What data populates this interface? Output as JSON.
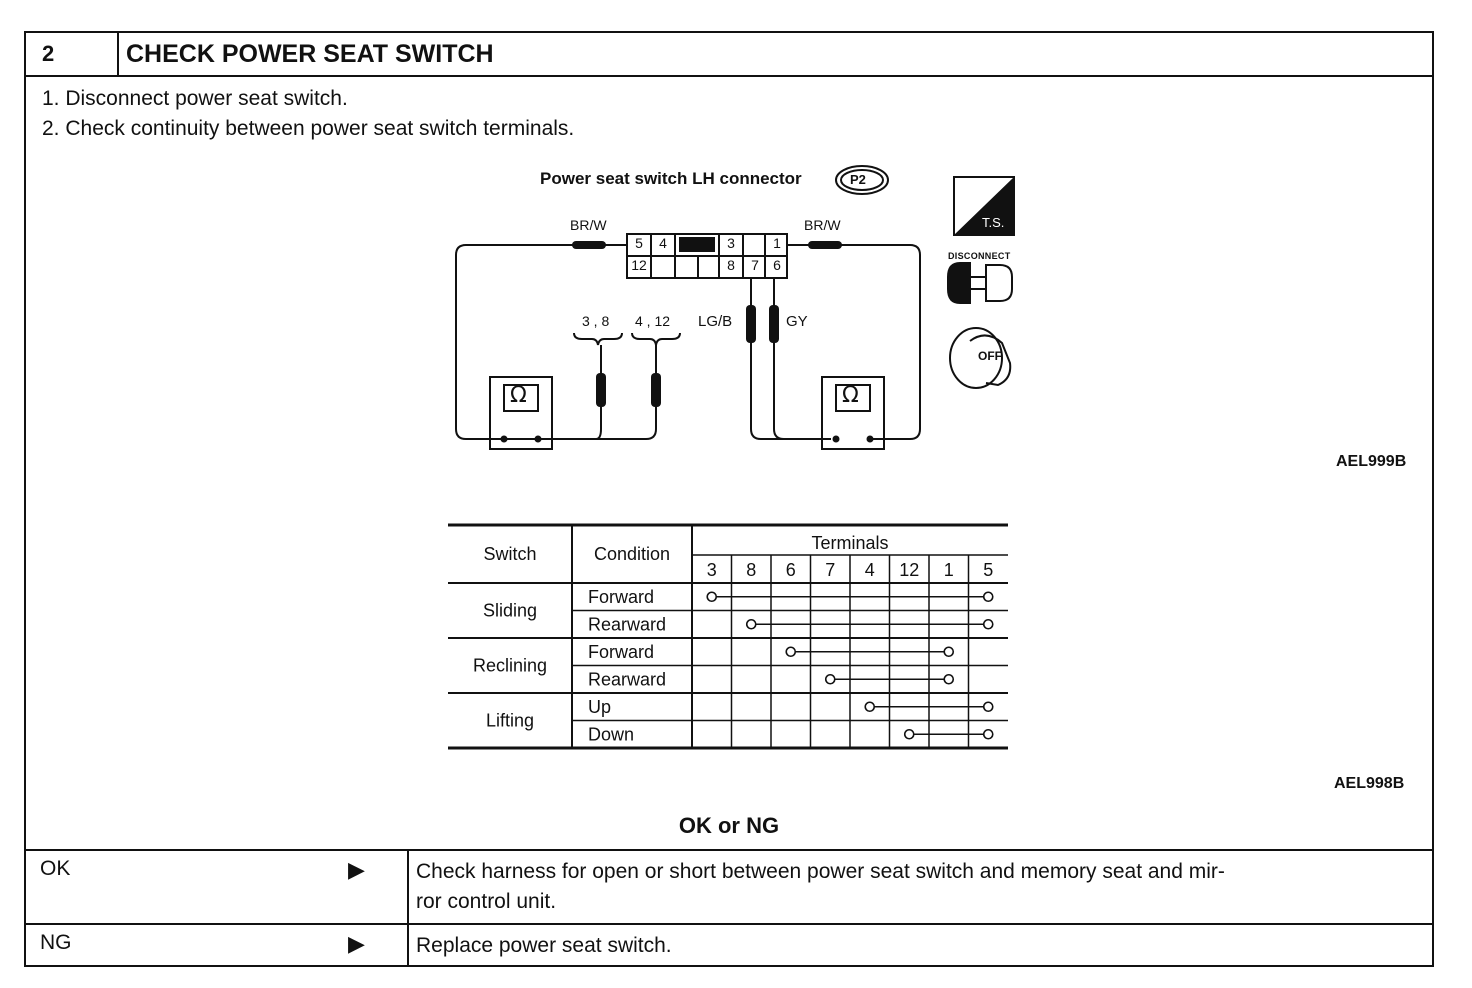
{
  "header": {
    "number": "2",
    "title": "CHECK POWER SEAT SWITCH"
  },
  "steps": [
    "1.  Disconnect power seat switch.",
    "2.  Check continuity between power seat switch terminals."
  ],
  "diagram": {
    "connector_label": "Power seat switch LH connector",
    "connector_id": "P2",
    "wire_left": "BR/W",
    "wire_right": "BR/W",
    "connector_top_row": [
      "5",
      "4",
      "",
      "3",
      "",
      "1"
    ],
    "connector_bottom_row": [
      "12",
      "",
      "",
      "8",
      "7",
      "6"
    ],
    "probe_a": "3 , 8",
    "probe_b": "4 , 12",
    "probe_c": "LG/B",
    "probe_d": "GY",
    "ohm_symbol": "Ω",
    "ts_label": "T.S.",
    "disconnect_label": "DISCONNECT",
    "off_label": "OFF",
    "code": "AEL999B"
  },
  "table": {
    "col_switch": "Switch",
    "col_condition": "Condition",
    "col_terminals": "Terminals",
    "terminals": [
      "3",
      "8",
      "6",
      "7",
      "4",
      "12",
      "1",
      "5"
    ],
    "groups": [
      {
        "name": "Sliding",
        "rows": [
          {
            "condition": "Forward",
            "from": 0,
            "to": 7
          },
          {
            "condition": "Rearward",
            "from": 1,
            "to": 7
          }
        ]
      },
      {
        "name": "Reclining",
        "rows": [
          {
            "condition": "Forward",
            "from": 2,
            "to": 6
          },
          {
            "condition": "Rearward",
            "from": 3,
            "to": 6
          }
        ]
      },
      {
        "name": "Lifting",
        "rows": [
          {
            "condition": "Up",
            "from": 4,
            "to": 7
          },
          {
            "condition": "Down",
            "from": 5,
            "to": 7
          }
        ]
      }
    ],
    "code": "AEL998B"
  },
  "okng": {
    "heading": "OK or NG",
    "ok_key": "OK",
    "ok_arrow": "▶",
    "ok_line1": "Check harness for open or short between power seat switch and memory seat and mir-",
    "ok_line2": "ror control unit.",
    "ng_key": "NG",
    "ng_arrow": "▶",
    "ng_text": "Replace power seat switch."
  }
}
